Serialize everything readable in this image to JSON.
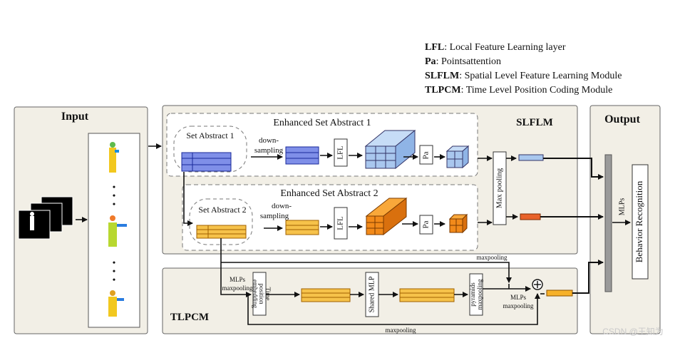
{
  "legend": [
    {
      "abbr": "LFL",
      "text": ": Local Feature Learning layer"
    },
    {
      "abbr": "Pa",
      "text": ": Pointsattention"
    },
    {
      "abbr": "SLFLM",
      "text": ": Spatial Level Feature Learning Module"
    },
    {
      "abbr": "TLPCM",
      "text": ": Time Level Position Coding Module"
    }
  ],
  "panels": {
    "input": "Input",
    "output": "Output",
    "slflm": "SLFLM",
    "tlpcm": "TLPCM"
  },
  "blocks": {
    "esa1_title": "Enhanced Set Abstract 1",
    "esa2_title": "Enhanced Set Abstract 2",
    "sa1": "Set Abstract 1",
    "sa2": "Set Abstract 2",
    "down_sampling": [
      "down-",
      "sampling"
    ],
    "lfl": "LFL",
    "pa": "Pa",
    "max_pooling": "Max pooling",
    "mlps": "MLPs",
    "behavior_recognition": "Behavior Recognition",
    "time_position_embedding": [
      "Time",
      "position",
      "embedding"
    ],
    "shared_mlp": "Shared MLP",
    "pyramids_maxpooling": [
      "pyramids",
      "maxpooling"
    ],
    "mlps_maxpooling": [
      "MLPs",
      "maxpooling"
    ],
    "maxpooling": "maxpooling",
    "plus": "⊕"
  },
  "colors": {
    "panel_fill": "#f2efe6",
    "blue": "#7f8fe8",
    "light_blue": "#a9c7ee",
    "orange": "#f28a1a",
    "yellow": "#f6c24a",
    "red_orange": "#e8622a",
    "gray_bar": "#9a9a9a"
  },
  "watermark": "CSDN @王知为"
}
